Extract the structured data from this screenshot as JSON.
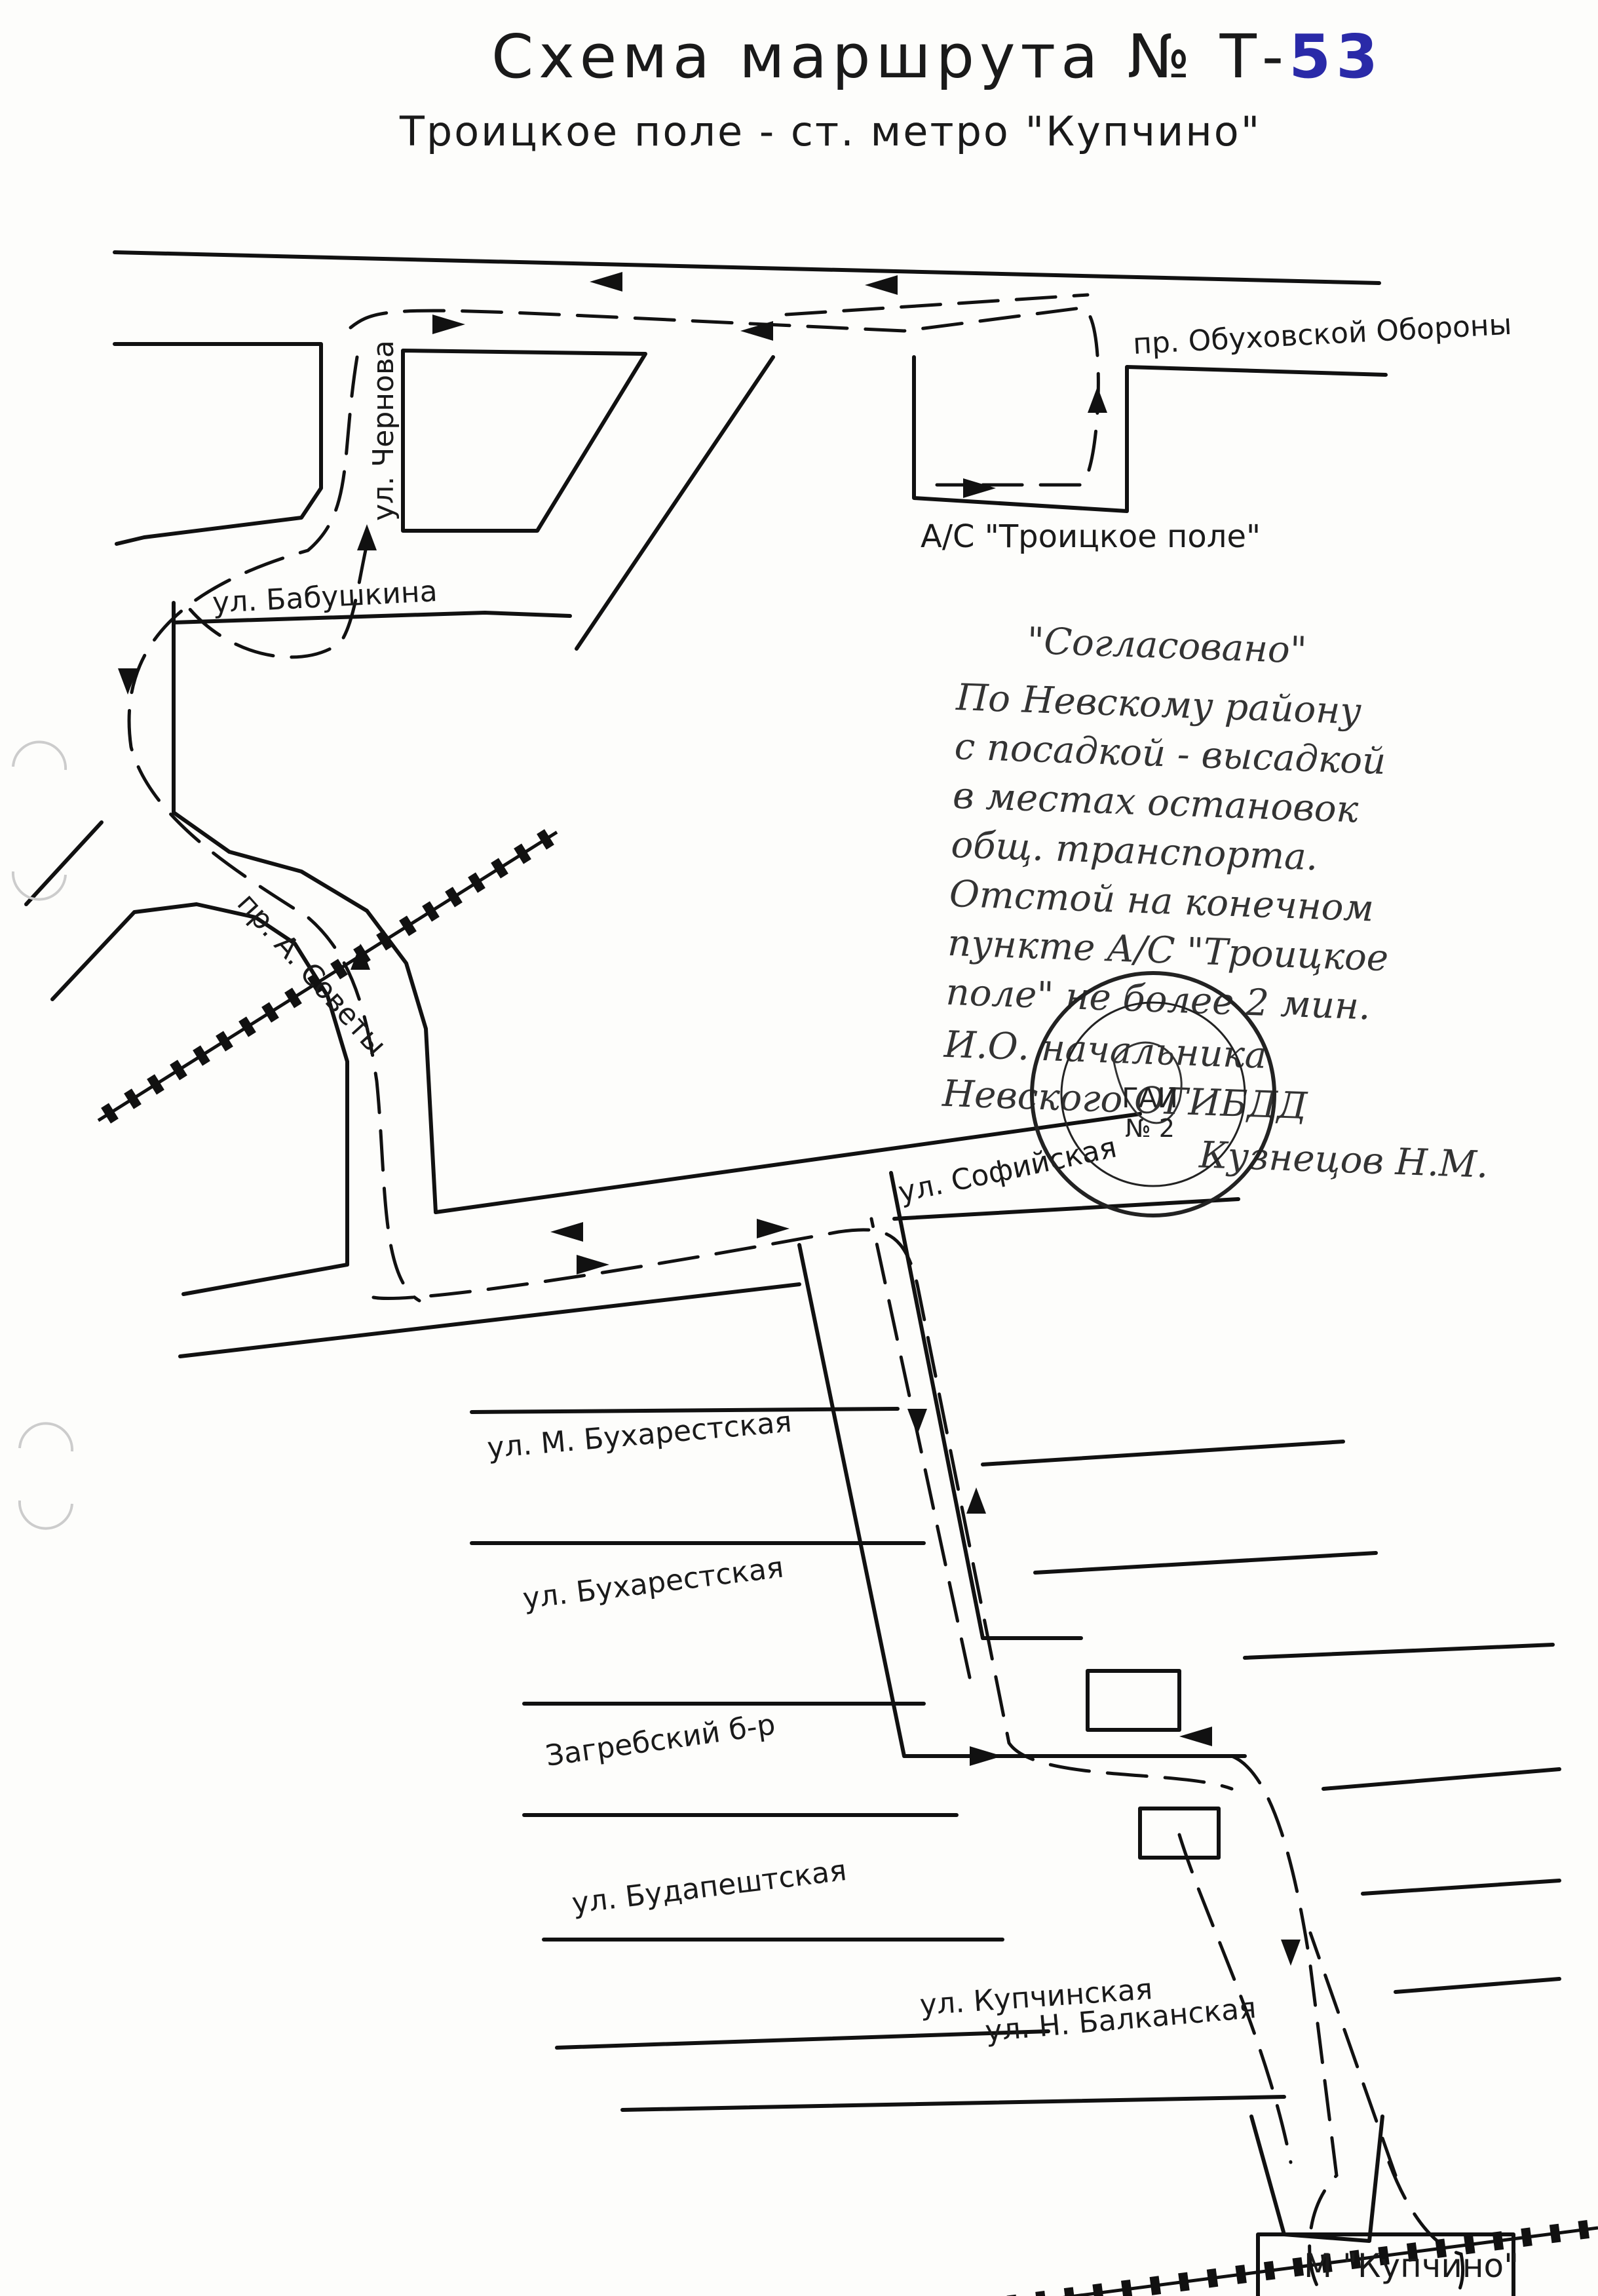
{
  "title": {
    "prefix": "Схема маршрута № Т-",
    "number": "53",
    "number_color": "#2a2aa8"
  },
  "subtitle": "Троицкое поле - ст. метро \"Купчино\"",
  "streets": {
    "obukhovskoy": "пр. Обуховской Обороны",
    "chernova": "ул. Чернова",
    "babushkina": "ул. Бабушкина",
    "a_sovety": "пр. А. Советы",
    "sofiyskaya": "ул. Софийская",
    "m_bukharestskaya": "ул. М. Бухарестская",
    "bukharestskaya": "ул. Бухарестская",
    "zagrebsky": "Загребский б-р",
    "budapeshtskaya": "ул. Будапештская",
    "kupchinskaya": "ул. Купчинская",
    "n_balkanskaya": "ул. Н. Балканская"
  },
  "stops": {
    "troitskoe": "А/С \"Троицкое поле\"",
    "metro": "М \"Купчино\""
  },
  "approval": {
    "heading": "\"Согласовано\"",
    "lines": [
      "По Невскому району",
      "с посадкой - высадкой",
      "в местах остановок",
      "общ. транспорта.",
      "Отстой на конечном",
      "пункте А/С \"Троицкое",
      "поле\" не более 2 мин."
    ],
    "signer_line1": "И.О. начальника",
    "signer_line2": "Невского ОГИБДД",
    "signer_name": "Кузнецов Н.М."
  },
  "stamp": {
    "center": "ГАИ",
    "number": "№ 2"
  }
}
